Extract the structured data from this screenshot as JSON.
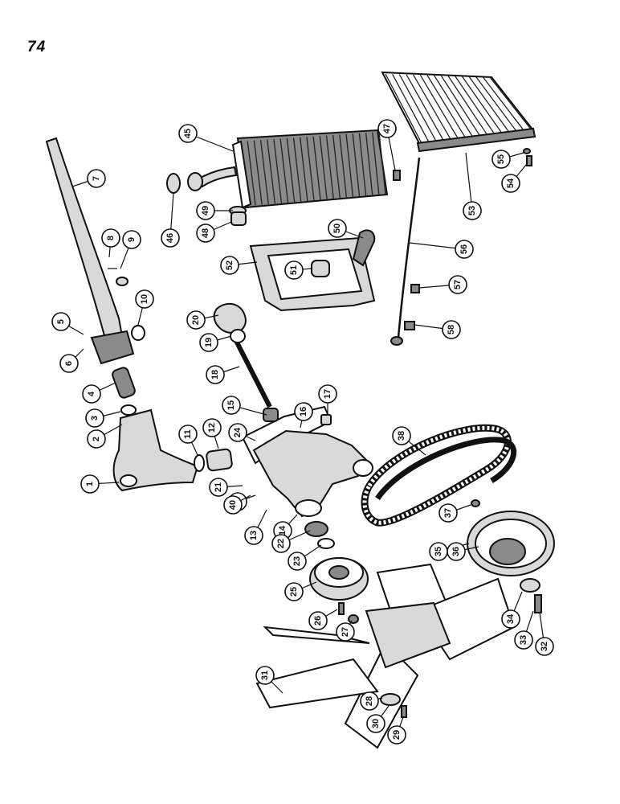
{
  "page": {
    "number": "74"
  },
  "callouts": [
    {
      "label": "1"
    },
    {
      "label": "2"
    },
    {
      "label": "3"
    },
    {
      "label": "4"
    },
    {
      "label": "5"
    },
    {
      "label": "6"
    },
    {
      "label": "7"
    },
    {
      "label": "8"
    },
    {
      "label": "9"
    },
    {
      "label": "10"
    },
    {
      "label": "11"
    },
    {
      "label": "12"
    },
    {
      "label": "13"
    },
    {
      "label": "14"
    },
    {
      "label": "15"
    },
    {
      "label": "16"
    },
    {
      "label": "17"
    },
    {
      "label": "18"
    },
    {
      "label": "19"
    },
    {
      "label": "20"
    },
    {
      "label": "21"
    },
    {
      "label": "22"
    },
    {
      "label": "23"
    },
    {
      "label": "24"
    },
    {
      "label": "25"
    },
    {
      "label": "26"
    },
    {
      "label": "27"
    },
    {
      "label": "28"
    },
    {
      "label": "29"
    },
    {
      "label": "30"
    },
    {
      "label": "31"
    },
    {
      "label": "32"
    },
    {
      "label": "33"
    },
    {
      "label": "34"
    },
    {
      "label": "35"
    },
    {
      "label": "36"
    },
    {
      "label": "37"
    },
    {
      "label": "38"
    },
    {
      "label": "39"
    },
    {
      "label": "40"
    },
    {
      "label": "45"
    },
    {
      "label": "46"
    },
    {
      "label": "47"
    },
    {
      "label": "48"
    },
    {
      "label": "49"
    },
    {
      "label": "50"
    },
    {
      "label": "51"
    },
    {
      "label": "52"
    },
    {
      "label": "53"
    },
    {
      "label": "54"
    },
    {
      "label": "55"
    },
    {
      "label": "56"
    },
    {
      "label": "57"
    },
    {
      "label": "58"
    }
  ]
}
